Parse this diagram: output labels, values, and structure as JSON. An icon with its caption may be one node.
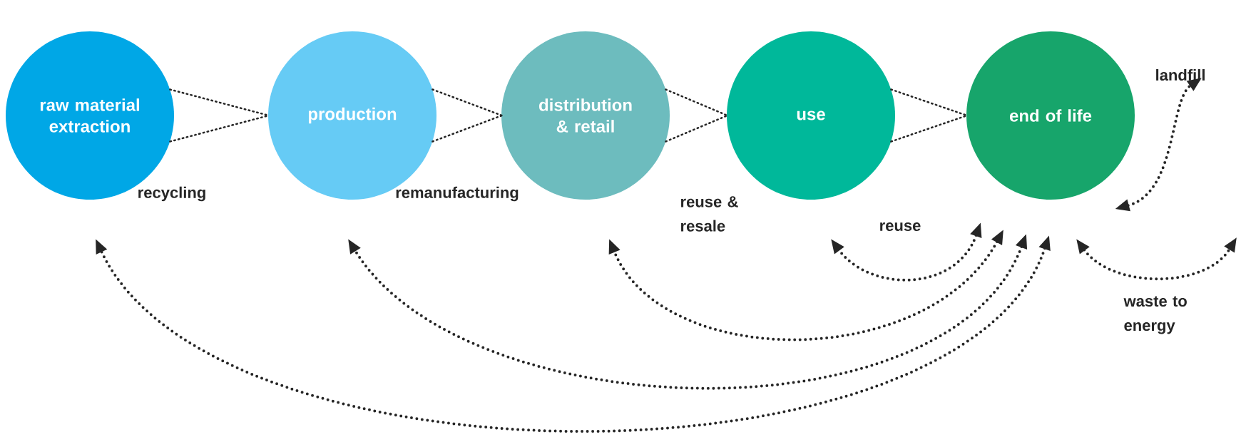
{
  "diagram": {
    "nodes": [
      {
        "text": [
          "raw material extraction"
        ]
      },
      {
        "text": [
          "production"
        ]
      },
      {
        "text": [
          "distribution & retail"
        ]
      },
      {
        "text": [
          "use"
        ]
      },
      {
        "text": [
          "end of life"
        ]
      },
      {
        "text": [
          "landfill"
        ]
      }
    ],
    "edges": [
      {
        "from": 0,
        "to": 1,
        "arrow": "none"
      },
      {
        "from": 1,
        "to": 2,
        "arrow": "none"
      },
      {
        "from": 2,
        "to": 3,
        "arrow": "none"
      },
      {
        "from": 3,
        "to": 4,
        "arrow": "none"
      },
      {
        "from": 4,
        "to": 0,
        "arrow": "both",
        "label": "recycling"
      },
      {
        "from": 4,
        "to": 1,
        "arrow": "both",
        "label": "remanufacturing"
      },
      {
        "from": 4,
        "to": 2,
        "arrow": "both",
        "label": "reuse & resale"
      },
      {
        "from": 4,
        "to": 3,
        "arrow": "both",
        "label": "reuse"
      },
      {
        "from": 4,
        "to": 5,
        "arrow": "both"
      },
      {
        "from": 4,
        "to": null,
        "arrow": "both",
        "label": "waste to energy"
      }
    ]
  }
}
